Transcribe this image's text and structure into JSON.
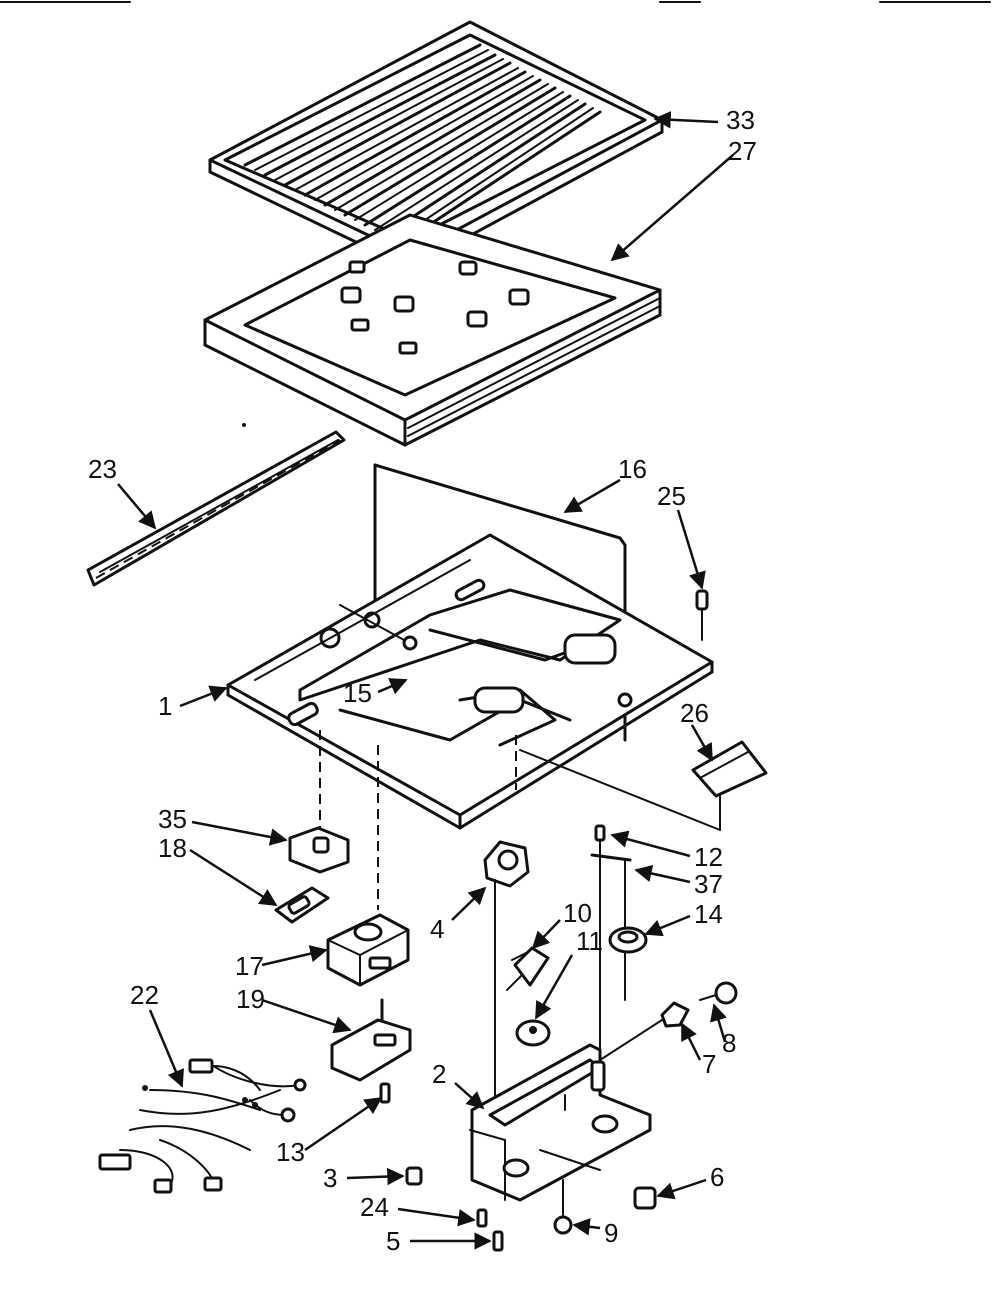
{
  "callouts": {
    "c33": "33",
    "c27": "27",
    "c23": "23",
    "c16": "16",
    "c25": "25",
    "c1": "1",
    "c15": "15",
    "c26": "26",
    "c35": "35",
    "c18": "18",
    "c12": "12",
    "c37": "37",
    "c4": "4",
    "c10": "10",
    "c14": "14",
    "c17": "17",
    "c11": "11",
    "c22": "22",
    "c19": "19",
    "c8": "8",
    "c7": "7",
    "c2": "2",
    "c13": "13",
    "c3": "3",
    "c6": "6",
    "c24": "24",
    "c9": "9",
    "c5": "5"
  }
}
